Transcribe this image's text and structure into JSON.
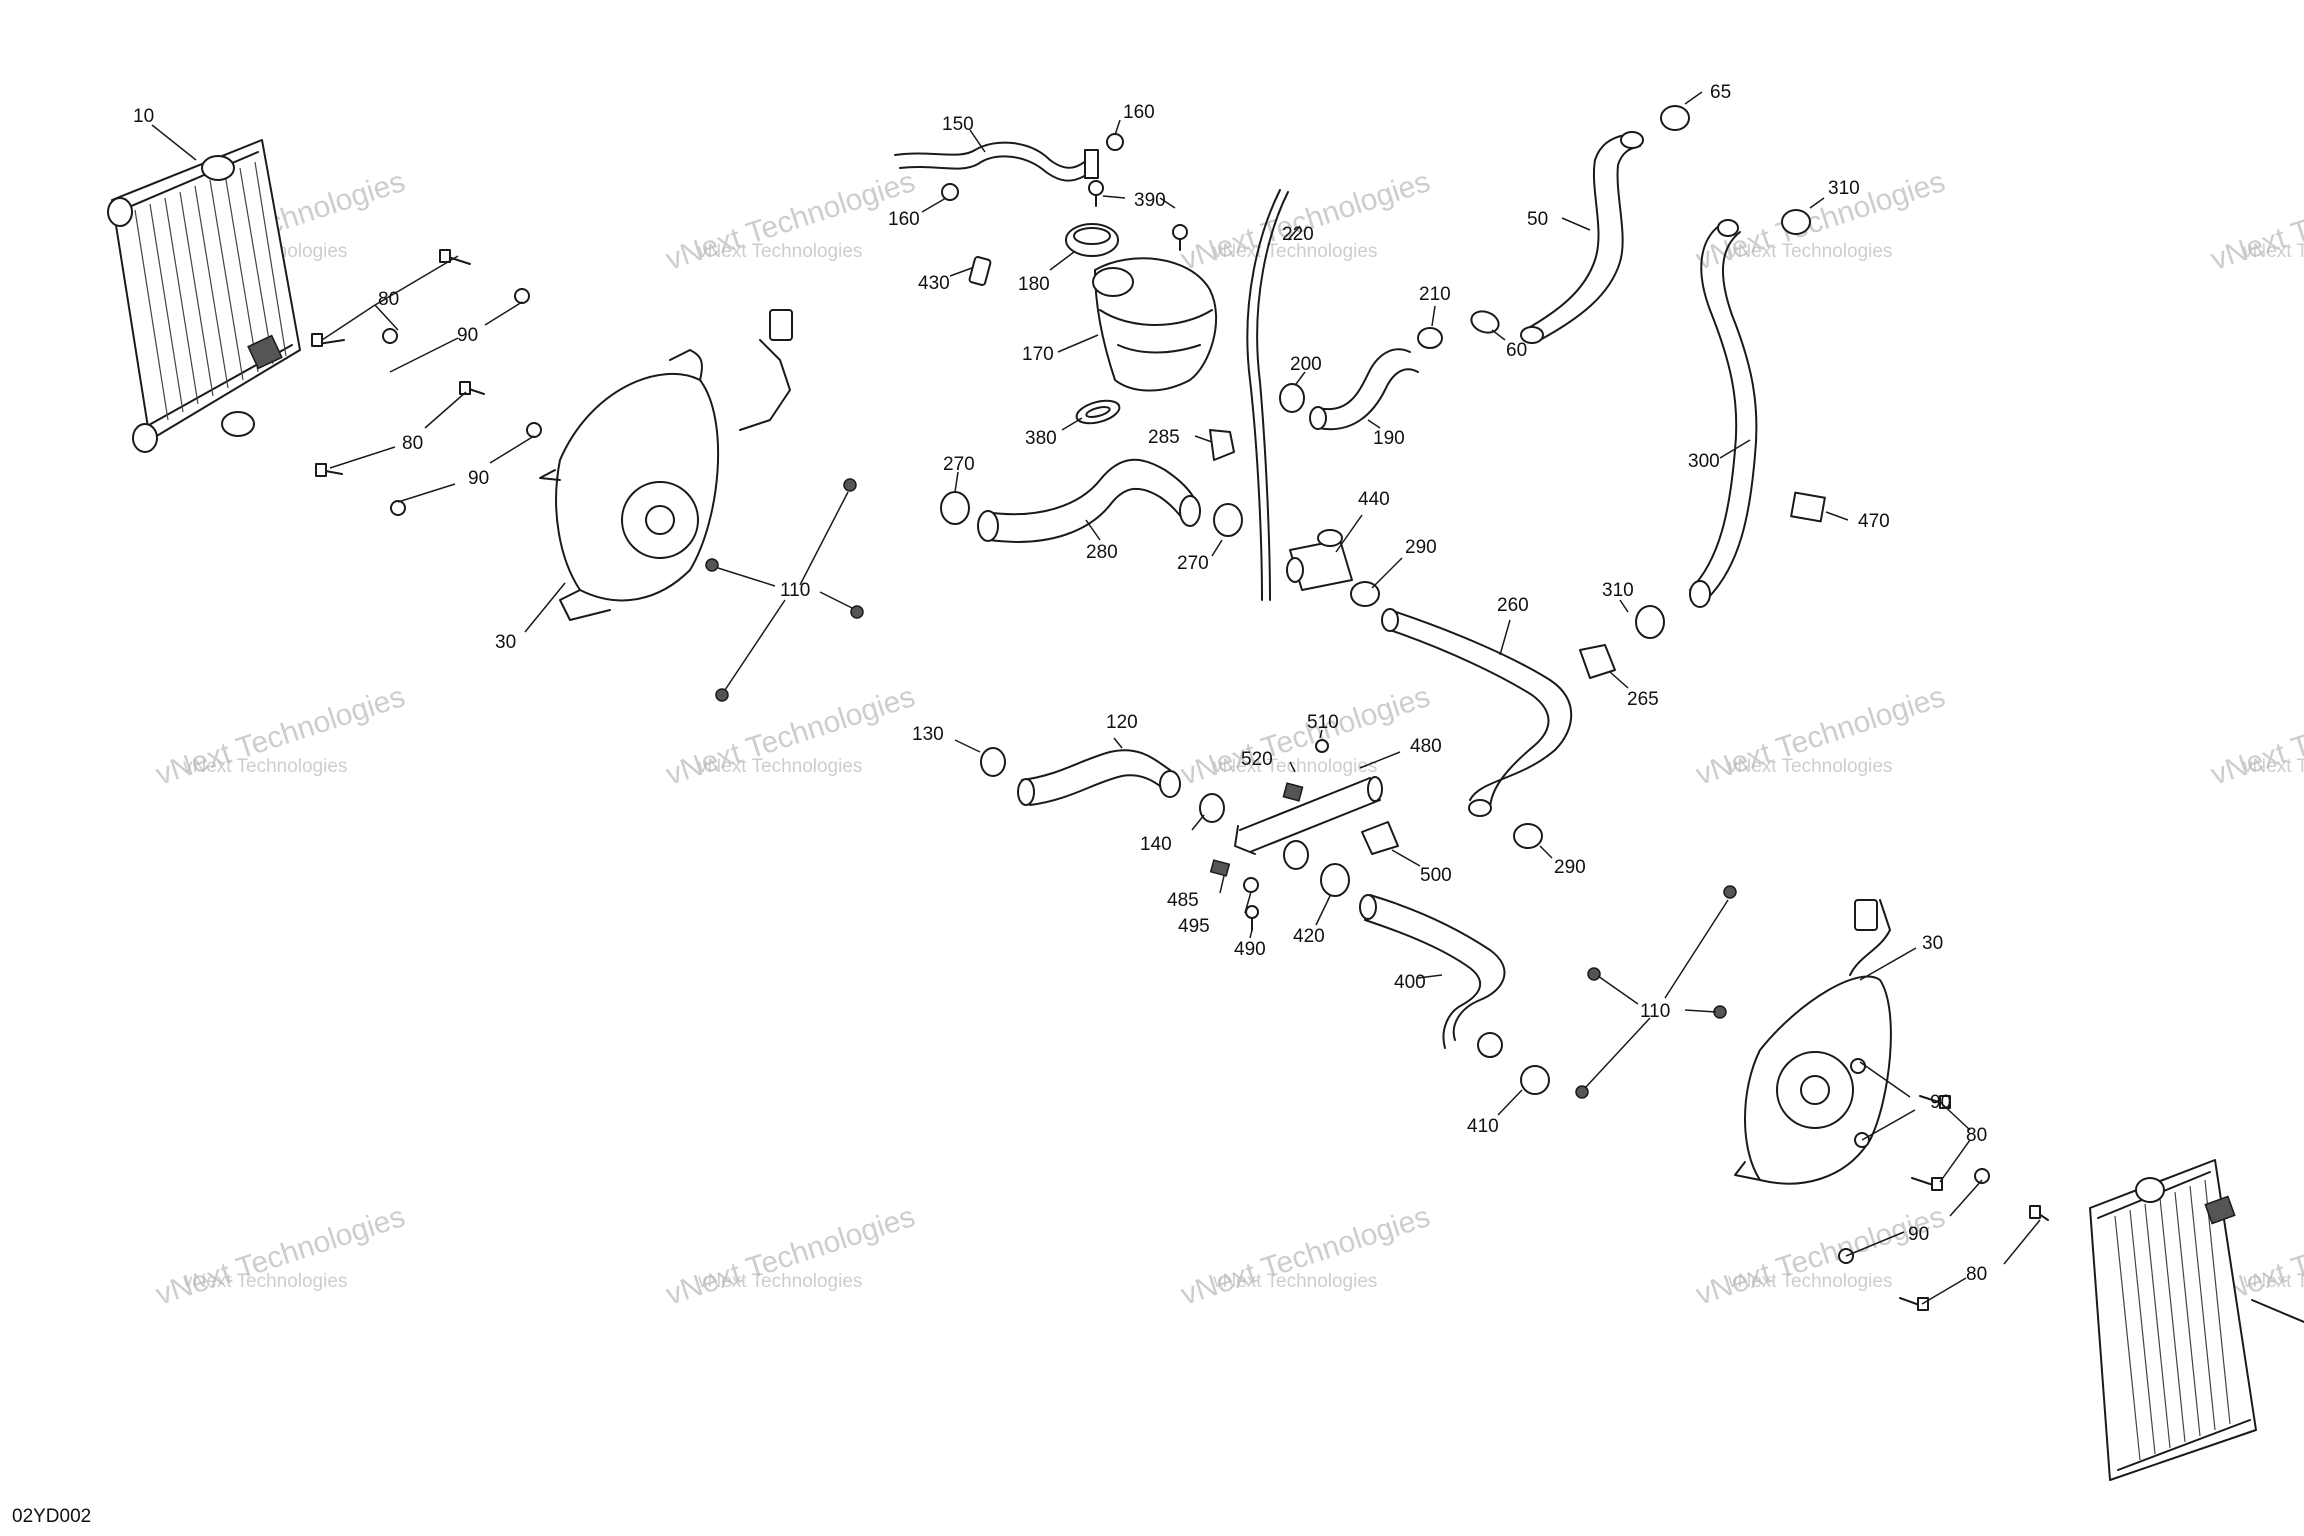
{
  "diagram": {
    "code": "02YD002",
    "watermark_small": "vNext Technologies",
    "watermark_big": "vNext Technologies",
    "callouts": [
      "10",
      "80",
      "90",
      "80",
      "90",
      "30",
      "110",
      "150",
      "160",
      "160",
      "390",
      "430",
      "180",
      "170",
      "380",
      "220",
      "270",
      "280",
      "285",
      "270",
      "200",
      "210",
      "190",
      "60",
      "50",
      "65",
      "310",
      "300",
      "470",
      "440",
      "290",
      "260",
      "310",
      "265",
      "120",
      "130",
      "140",
      "510",
      "520",
      "480",
      "485",
      "495",
      "490",
      "500",
      "420",
      "400",
      "410",
      "290",
      "110",
      "30",
      "90",
      "80",
      "90",
      "80"
    ]
  }
}
